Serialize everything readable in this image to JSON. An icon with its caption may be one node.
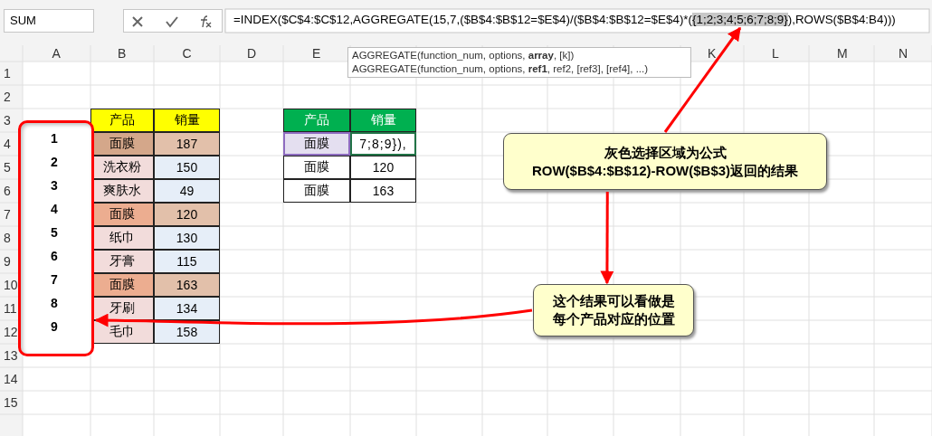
{
  "diagram": {
    "nodes": [
      {
        "text": [
          "灰色选择区域为公式 ROW($B$4:$B$12)-ROW($B$3)返回的结果"
        ]
      },
      {
        "text": [
          "这个结果可以看做是每个产品对应的位置"
        ]
      },
      {
        "text": [
          "1",
          "2",
          "3",
          "4",
          "5",
          "6",
          "7",
          "8",
          "9"
        ]
      },
      {
        "text": [
          "{1;2;3;4;5;6;7;8;9}"
        ]
      }
    ],
    "edges": [
      {
        "from": 0,
        "to": 3,
        "arrow": "to"
      },
      {
        "from": 0,
        "to": 1,
        "arrow": "to"
      },
      {
        "from": 1,
        "to": 2,
        "arrow": "to"
      }
    ],
    "labels": [
      "SUM",
      "=INDEX($C$4:$C$12,AGGREGATE(15,7,($B$4:$B$12=$E$4)/($B$4:$B$12=$E$4)*(",
      "),ROWS($B$4:B4)))",
      "AGGREGATE(function_num, options, **array**, [k])",
      "AGGREGATE(function_num, options, **ref1**, ref2, [ref3], [ref4], ...)",
      "A",
      "B",
      "C",
      "D",
      "E",
      "K",
      "L",
      "M",
      "N",
      "1",
      "2",
      "3",
      "4",
      "5",
      "6",
      "7",
      "8",
      "9",
      "10",
      "11",
      "12",
      "13",
      "14",
      "15",
      "产品",
      "销量",
      "面膜",
      "187",
      "洗衣粉",
      "150",
      "爽肤水",
      "49",
      "面膜",
      "120",
      "纸巾",
      "130",
      "牙膏",
      "115",
      "面膜",
      "163",
      "牙刷",
      "134",
      "毛巾",
      "158",
      "产品",
      "销量",
      "面膜",
      "7;8;9}),",
      "面膜",
      "120",
      "面膜",
      "163"
    ]
  }
}
